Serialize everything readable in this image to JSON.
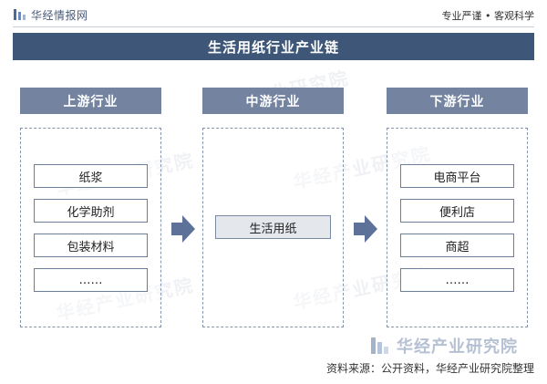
{
  "header": {
    "logo_text": "华经情报网",
    "slogan": "专业严谨 • 客观科学"
  },
  "title": "生活用纸行业产业链",
  "stages": {
    "upstream": {
      "label": "上游行业",
      "items": [
        "纸浆",
        "化学助剂",
        "包装材料",
        "……"
      ]
    },
    "midstream": {
      "label": "中游行业",
      "items": [
        "生活用纸"
      ]
    },
    "downstream": {
      "label": "下游行业",
      "items": [
        "电商平台",
        "便利店",
        "商超",
        "……"
      ]
    }
  },
  "watermark": {
    "text": "华经产业研究院",
    "logo_text": "华经产业研究院"
  },
  "source": "资料来源：公开资料，华经产业研究院整理",
  "colors": {
    "title_bar": "#3e5677",
    "stage_header": "#7383a0",
    "frame_border": "#8694ad",
    "arrow": "#5e7299",
    "mid_item_fill": "#e4e7ec"
  },
  "icons": {
    "logo": "bar-logo-icon",
    "flow_arrow": "right-arrow-icon"
  }
}
